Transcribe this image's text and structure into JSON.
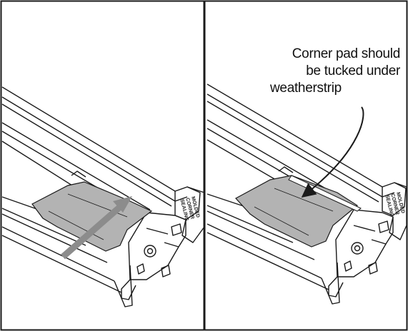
{
  "callout": {
    "line1": "Corner pad should",
    "line2": "be tucked under",
    "line3": "weatherstrip"
  },
  "logo": {
    "line1": "MOLDED",
    "line2": "CORNER",
    "line3": "SEALING"
  },
  "colors": {
    "line": "#1a1a1a",
    "pad_fill": "#b3b3b3",
    "arrow_fill": "#8c8c8c",
    "background": "#ffffff"
  }
}
